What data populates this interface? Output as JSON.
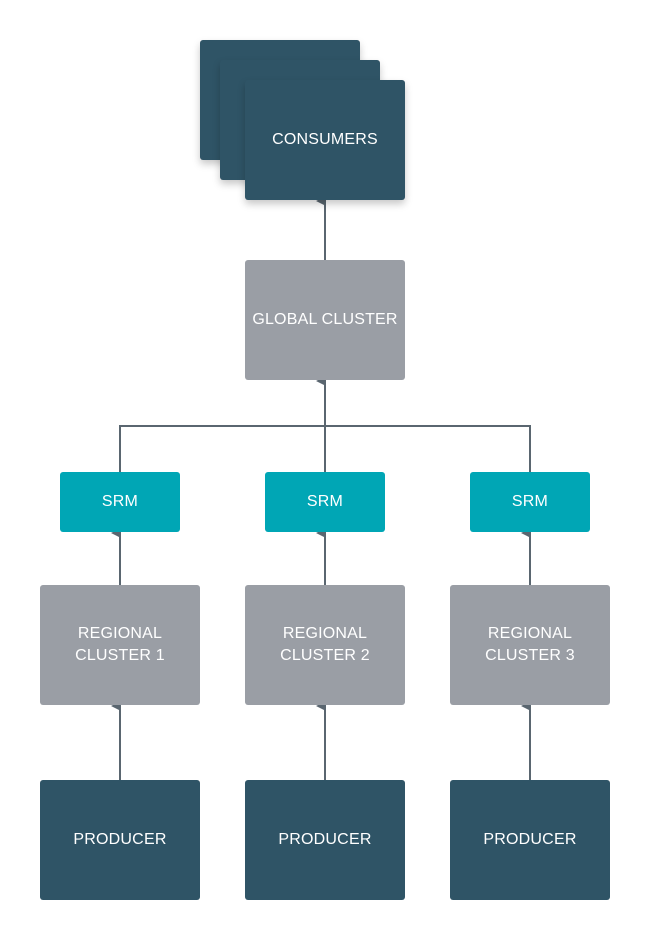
{
  "colors": {
    "dark_node": "#2f5466",
    "cluster_node": "#9a9ea5",
    "srm_node": "#00a6b5",
    "connector": "#5a6670"
  },
  "consumers": {
    "label": "CONSUMERS"
  },
  "global_cluster": {
    "label": "GLOBAL CLUSTER"
  },
  "srm": {
    "labels": [
      "SRM",
      "SRM",
      "SRM"
    ]
  },
  "regional_clusters": {
    "labels": [
      "REGIONAL\nCLUSTER 1",
      "REGIONAL\nCLUSTER 2",
      "REGIONAL\nCLUSTER 3"
    ]
  },
  "producers": {
    "labels": [
      "PRODUCER",
      "PRODUCER",
      "PRODUCER"
    ]
  }
}
